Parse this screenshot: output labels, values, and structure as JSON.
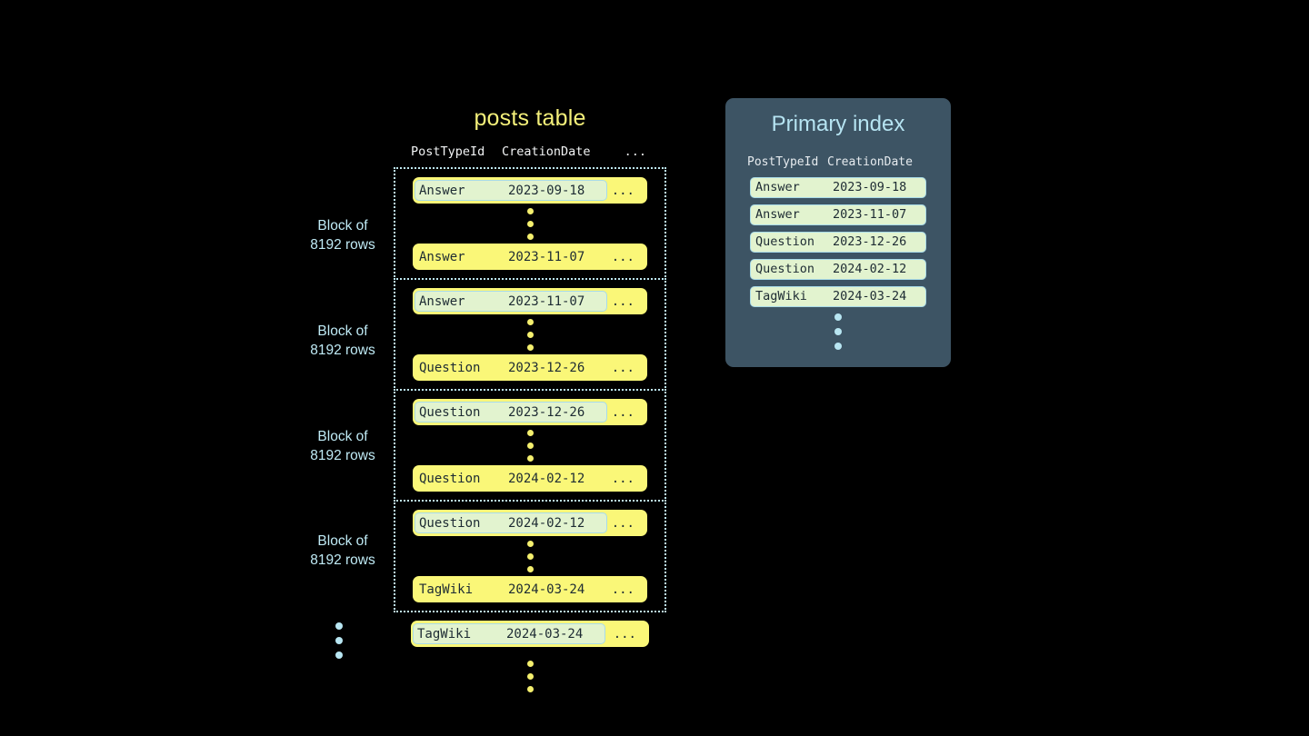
{
  "posts_table": {
    "title": "posts table",
    "columns": {
      "post_type_id": "PostTypeId",
      "creation_date": "CreationDate",
      "more": "..."
    },
    "blocks": [
      {
        "label_line1": "Block of",
        "label_line2": "8192 rows",
        "first_row": {
          "post_type_id": "Answer",
          "creation_date": "2023-09-18",
          "more": "...",
          "highlighted": true
        },
        "last_row": {
          "post_type_id": "Answer",
          "creation_date": "2023-11-07",
          "more": "...",
          "highlighted": false
        }
      },
      {
        "label_line1": "Block of",
        "label_line2": "8192 rows",
        "first_row": {
          "post_type_id": "Answer",
          "creation_date": "2023-11-07",
          "more": "...",
          "highlighted": true
        },
        "last_row": {
          "post_type_id": "Question",
          "creation_date": "2023-12-26",
          "more": "...",
          "highlighted": false
        }
      },
      {
        "label_line1": "Block of",
        "label_line2": "8192 rows",
        "first_row": {
          "post_type_id": "Question",
          "creation_date": "2023-12-26",
          "more": "...",
          "highlighted": true
        },
        "last_row": {
          "post_type_id": "Question",
          "creation_date": "2024-02-12",
          "more": "...",
          "highlighted": false
        }
      },
      {
        "label_line1": "Block of",
        "label_line2": "8192 rows",
        "first_row": {
          "post_type_id": "Question",
          "creation_date": "2024-02-12",
          "more": "...",
          "highlighted": true
        },
        "last_row": {
          "post_type_id": "TagWiki",
          "creation_date": "2024-03-24",
          "more": "...",
          "highlighted": false
        }
      }
    ],
    "trailing_row": {
      "post_type_id": "TagWiki",
      "creation_date": "2024-03-24",
      "more": "...",
      "highlighted": true
    }
  },
  "primary_index": {
    "title": "Primary index",
    "columns": {
      "post_type_id": "PostTypeId",
      "creation_date": "CreationDate"
    },
    "entries": [
      {
        "post_type_id": "Answer",
        "creation_date": "2023-09-18"
      },
      {
        "post_type_id": "Answer",
        "creation_date": "2023-11-07"
      },
      {
        "post_type_id": "Question",
        "creation_date": "2023-12-26"
      },
      {
        "post_type_id": "Question",
        "creation_date": "2024-02-12"
      },
      {
        "post_type_id": "TagWiki",
        "creation_date": "2024-03-24"
      }
    ]
  },
  "colors": {
    "background": "#000000",
    "row_yellow": "#faf778",
    "key_mint": "#e2f3cf",
    "key_border": "#a9dbe8",
    "block_border": "#bfe8f2",
    "label_blue": "#bfeaf5",
    "title_yellow": "#f4f07a",
    "panel_slate": "#3d5464",
    "dot_yellow": "#f4ef6e",
    "dot_blue": "#b8e6f2"
  }
}
